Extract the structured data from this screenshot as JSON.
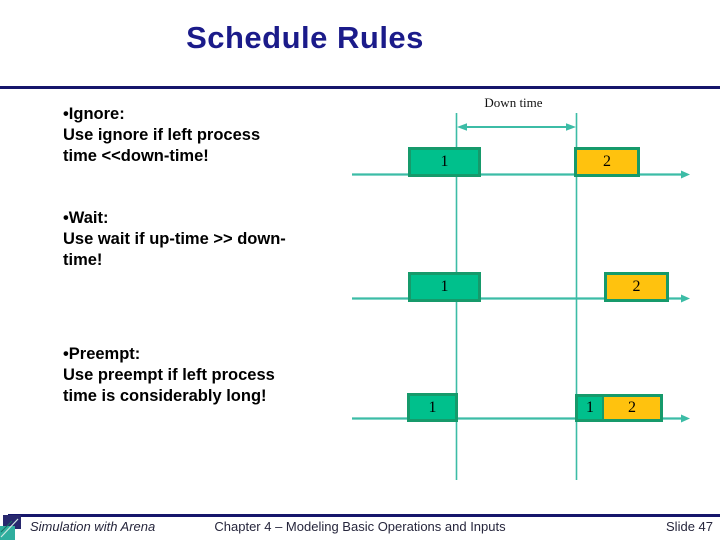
{
  "title": "Schedule Rules",
  "bullets": [
    {
      "lines": [
        "•Ignore:",
        "Use ignore if left process",
        "time <<down-time!"
      ]
    },
    {
      "lines": [
        "•Wait:",
        "Use wait if up-time >> down-",
        "time!"
      ]
    },
    {
      "lines": [
        "•Preempt:",
        "Use preempt if left process",
        "time is considerably long!"
      ]
    }
  ],
  "diagram": {
    "down_time_label": "Down time",
    "rows": {
      "ignore": {
        "box1": "1",
        "box2": "2"
      },
      "wait": {
        "box1": "1",
        "box2": "2"
      },
      "preempt": {
        "box1": "1",
        "box1_resume": "1",
        "box2": "2"
      }
    }
  },
  "colors": {
    "teal_fill": "#00C08C",
    "orange_fill": "#FFC20E",
    "box_border": "#169A6B",
    "diagram_line": "#3CBCA6",
    "title_text": "#1B1B8A",
    "rule": "#16166B"
  },
  "footer": {
    "book": "Simulation with Arena",
    "chapter": "Chapter 4 – Modeling Basic Operations and Inputs",
    "slide": "Slide 47"
  }
}
